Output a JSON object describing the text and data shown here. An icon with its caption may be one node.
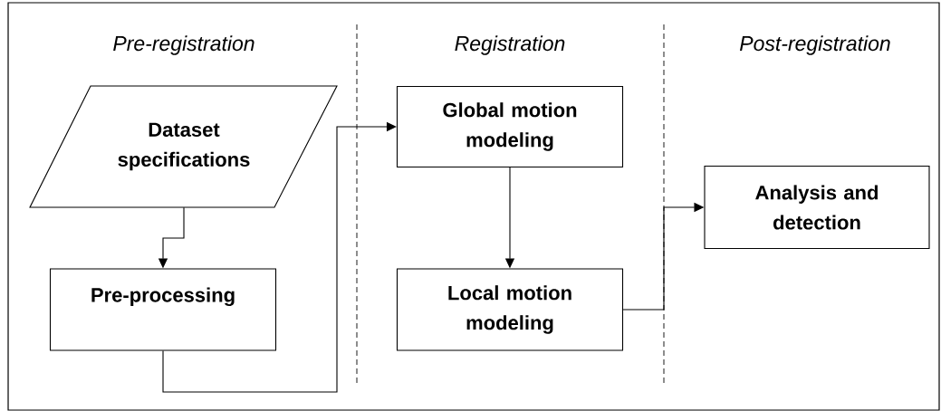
{
  "diagram": {
    "nodes": [
      {
        "text": [
          "Dataset specifications"
        ]
      },
      {
        "text": [
          "Pre-processing"
        ]
      },
      {
        "text": [
          "Global motion modeling"
        ]
      },
      {
        "text": [
          "Local motion modeling"
        ]
      },
      {
        "text": [
          "Analysis and detection"
        ]
      }
    ],
    "edges": [
      {
        "from": 0,
        "to": 1,
        "arrow": "to"
      },
      {
        "from": 1,
        "to": 2,
        "arrow": "to"
      },
      {
        "from": 2,
        "to": 3,
        "arrow": "to"
      },
      {
        "from": 3,
        "to": 4,
        "arrow": "to"
      }
    ],
    "labels": [
      "Pre-registration",
      "Registration",
      "Post-registration"
    ]
  }
}
